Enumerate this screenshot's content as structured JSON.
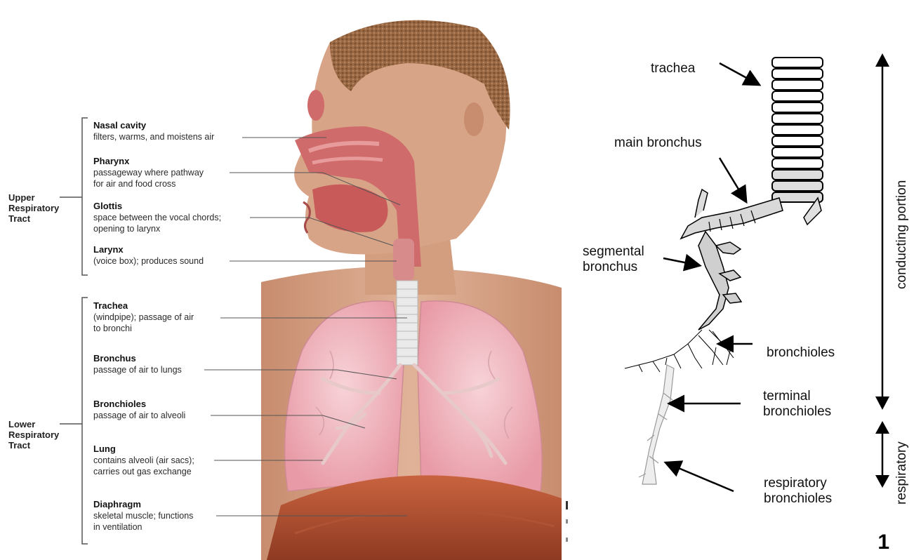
{
  "left": {
    "upper_tract": [
      "Upper",
      "Respiratory",
      "Tract"
    ],
    "lower_tract": [
      "Lower",
      "Respiratory",
      "Tract"
    ],
    "organs": [
      {
        "name": "Nasal cavity",
        "desc": [
          "filters, warms, and moistens air"
        ]
      },
      {
        "name": "Pharynx",
        "desc": [
          "passageway where pathway",
          "for air and food cross"
        ]
      },
      {
        "name": "Glottis",
        "desc": [
          "space between the vocal chords;",
          "opening to larynx"
        ]
      },
      {
        "name": "Larynx",
        "desc": [
          "(voice box); produces sound"
        ]
      },
      {
        "name": "Trachea",
        "desc": [
          "(windpipe); passage of air",
          "to bronchi"
        ]
      },
      {
        "name": "Bronchus",
        "desc": [
          "passage of air to lungs"
        ]
      },
      {
        "name": "Bronchioles",
        "desc": [
          "passage of air to alveoli"
        ]
      },
      {
        "name": "Lung",
        "desc": [
          "contains alveoli (air sacs);",
          "carries out gas exchange"
        ]
      },
      {
        "name": "Diaphragm",
        "desc": [
          "skeletal muscle; functions",
          "in ventilation"
        ]
      }
    ]
  },
  "right": {
    "labels": {
      "trachea": [
        "trachea"
      ],
      "main_bronchus": [
        "main bronchus"
      ],
      "segmental_bronchus": [
        "segmental",
        "bronchus"
      ],
      "bronchioles": [
        "bronchioles"
      ],
      "terminal_bronchioles": [
        "terminal",
        "bronchioles"
      ],
      "respiratory_bronchioles": [
        "respiratory",
        "bronchioles"
      ]
    },
    "conducting_axis": "conducting portion",
    "respiratory_axis": "respiratory"
  },
  "page_number": "1",
  "colors": {
    "skin": "#d9a98a",
    "lung": "#f2c0c8",
    "mucosa": "#cf6b6b",
    "hair": "#9b6a45",
    "cartilage": "#e6e6e6"
  }
}
